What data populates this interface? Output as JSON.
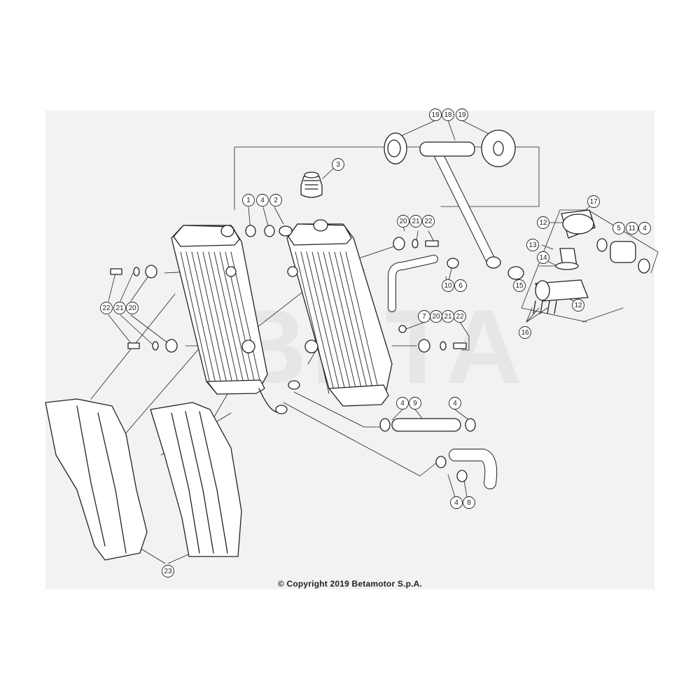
{
  "copyright": "© Copyright 2019 Betamotor S.p.A.",
  "colors": {
    "panel": "#f2f2f2",
    "line": "#222222",
    "callout_fill": "#ffffff"
  },
  "callouts": [
    {
      "id": "c19a",
      "label": "19"
    },
    {
      "id": "c18",
      "label": "18"
    },
    {
      "id": "c19b",
      "label": "19"
    },
    {
      "id": "c3",
      "label": "3"
    },
    {
      "id": "c1",
      "label": "1"
    },
    {
      "id": "c4a",
      "label": "4"
    },
    {
      "id": "c2",
      "label": "2"
    },
    {
      "id": "c20a",
      "label": "20"
    },
    {
      "id": "c21a",
      "label": "21"
    },
    {
      "id": "c22a",
      "label": "22"
    },
    {
      "id": "c17",
      "label": "17"
    },
    {
      "id": "c12a",
      "label": "12"
    },
    {
      "id": "c5",
      "label": "5"
    },
    {
      "id": "c11",
      "label": "11"
    },
    {
      "id": "c4b",
      "label": "4"
    },
    {
      "id": "c13",
      "label": "13"
    },
    {
      "id": "c14",
      "label": "14"
    },
    {
      "id": "c15",
      "label": "15"
    },
    {
      "id": "c12b",
      "label": "12"
    },
    {
      "id": "c10",
      "label": "10"
    },
    {
      "id": "c6",
      "label": "6"
    },
    {
      "id": "c16",
      "label": "16"
    },
    {
      "id": "c22b",
      "label": "22"
    },
    {
      "id": "c21b",
      "label": "21"
    },
    {
      "id": "c20b",
      "label": "20"
    },
    {
      "id": "c7",
      "label": "7"
    },
    {
      "id": "c20c",
      "label": "20"
    },
    {
      "id": "c21c",
      "label": "21"
    },
    {
      "id": "c22c",
      "label": "22"
    },
    {
      "id": "c4c",
      "label": "4"
    },
    {
      "id": "c9",
      "label": "9"
    },
    {
      "id": "c4d",
      "label": "4"
    },
    {
      "id": "c4e",
      "label": "4"
    },
    {
      "id": "c8",
      "label": "8"
    },
    {
      "id": "c23",
      "label": "23"
    }
  ]
}
